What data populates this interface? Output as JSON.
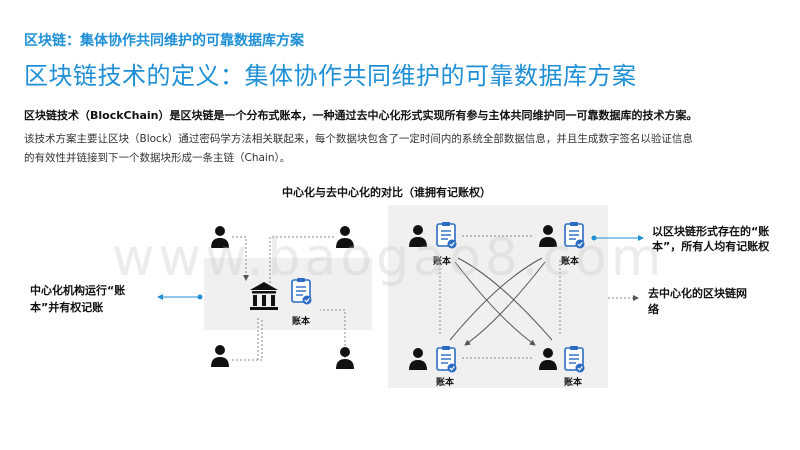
{
  "header": {
    "subtitle": "区块链：集体协作共同维护的可靠数据库方案",
    "title": "区块链技术的定义：集体协作共同维护的可靠数据库方案"
  },
  "body": {
    "definition": "区块链技术（BlockChain）是区块链是一个分布式账本，一种通过去中心化形式实现所有参与主体共同维护同一可靠数据库的技术方案。",
    "description_line1": "该技术方案主要让区块（Block）通过密码学方法相关联起来，每个数据块包含了一定时间内的系统全部数据信息，并且生成数字签名以验证信息",
    "description_line2": "的有效性并链接到下一个数据块形成一条主链（Chain）。"
  },
  "diagram": {
    "title": "中心化与去中心化的对比（谁拥有记账权）",
    "ledger_label": "账本",
    "left_label": "中心化机构运行“账本”并有权记账",
    "right_label_1": "以区块链形式存在的“账本”，所有人均有记账权",
    "right_label_2": "去中心化的区块链网络",
    "colors": {
      "accent": "#1f8fd6",
      "icon_dark": "#111111",
      "ledger_blue": "#2a6cc4",
      "panel": "#f0f0f0"
    }
  },
  "watermark": "www.baogao8.com"
}
